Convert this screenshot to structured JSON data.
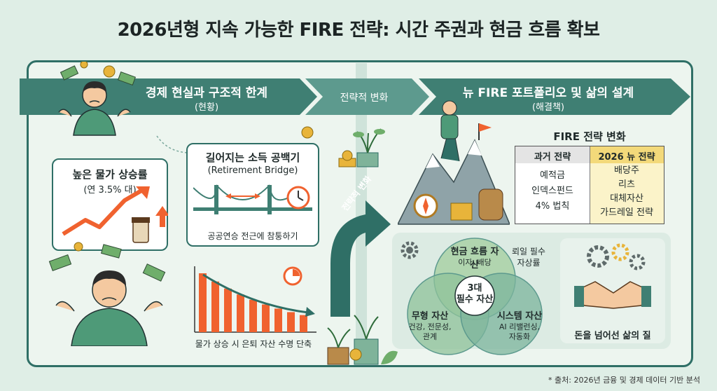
{
  "title": "2026년형 지속 가능한 FIRE 전략: 시간 주권과 현금 흐름 확보",
  "left_banner": {
    "title": "경제 현실과 구조적 한계",
    "subtitle": "(현황)"
  },
  "middle_banner": "전략적 변화",
  "right_banner": {
    "title": "뉴 FIRE 포트폴리오 및 삶의 설계",
    "subtitle": "(해결책)"
  },
  "inflation_card": {
    "title": "높은 물가 상승률",
    "subtitle": "(연 3.5% 대)"
  },
  "income_gap_card": {
    "title": "길어지는 소득 공백기",
    "subtitle": "(Retirement Bridge)",
    "caption": "공공연승 전근에 참퉁하기"
  },
  "decline_chart": {
    "caption": "물가 상승 시 은퇴 자산 수명 단축",
    "bar_levels": [
      1.0,
      0.86,
      0.74,
      0.64,
      0.55,
      0.47,
      0.4,
      0.34,
      0.29
    ]
  },
  "arrow_label": "전략적 변화",
  "fire_table": {
    "title": "FIRE 전략 변화",
    "old_header": "과거 전략",
    "new_header": "2026 뉴 전략",
    "old_items": [
      "예적금",
      "인덱스펀드",
      "4% 법칙"
    ],
    "new_items": [
      "배당주",
      "리츠",
      "대체자산",
      "가드레일 전략"
    ]
  },
  "venn": {
    "center": [
      "3대",
      "필수 자산"
    ],
    "cash": {
      "title": "현금 흐름 자산",
      "desc": "이자, 배당"
    },
    "intangible": {
      "title": "무형 자산",
      "desc": [
        "건강, 전문성,",
        "관계"
      ]
    },
    "system": {
      "title": "시스템 자산",
      "desc": [
        "AI 리밸런싱,",
        "자동화"
      ]
    },
    "note": [
      "뢰일 필수",
      "자상률"
    ]
  },
  "quality_of_life": "돈을 넘어선 삶의 질",
  "footnote": "* 출처: 2026년 금융 및 경제 데이터 기반 분석",
  "colors": {
    "teal": "#2f6f66",
    "teal_light": "#5d9a8e",
    "orange": "#f0622f",
    "gold": "#e8b43a",
    "cream": "#fbf3c9",
    "background": "#dfeee6"
  }
}
